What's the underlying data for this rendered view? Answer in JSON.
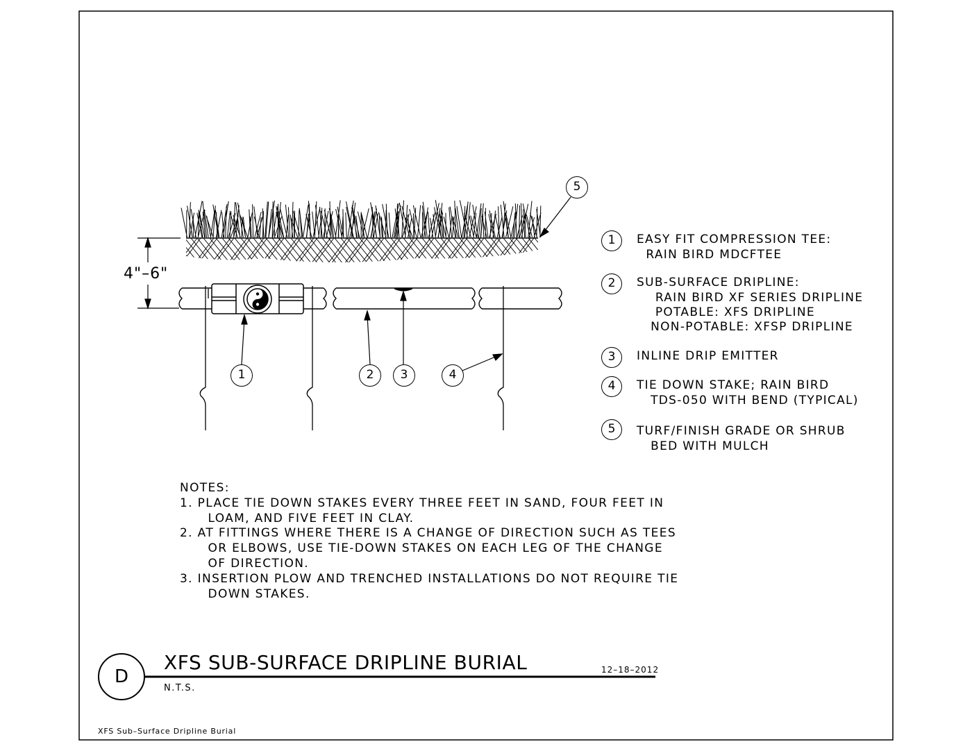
{
  "dimension_label": "4\"–6\"",
  "callouts": [
    {
      "number": "1"
    },
    {
      "number": "2"
    },
    {
      "number": "3"
    },
    {
      "number": "4"
    },
    {
      "number": "5"
    }
  ],
  "legend": [
    {
      "number": "1",
      "lines": [
        "EASY FIT COMPRESSION TEE:",
        "  RAIN BIRD MDCFTEE"
      ]
    },
    {
      "number": "2",
      "lines": [
        "SUB-SURFACE DRIPLINE:",
        "    RAIN BIRD XF SERIES DRIPLINE",
        "    POTABLE: XFS DRIPLINE",
        "   NON-POTABLE: XFSP DRIPLINE"
      ]
    },
    {
      "number": "3",
      "lines": [
        "INLINE DRIP EMITTER"
      ]
    },
    {
      "number": "4",
      "lines": [
        "TIE DOWN STAKE; RAIN BIRD",
        "   TDS-050 WITH BEND (TYPICAL)"
      ]
    },
    {
      "number": "5",
      "lines": [
        "TURF/FINISH GRADE OR SHRUB",
        "   BED WITH MULCH"
      ]
    }
  ],
  "notes": {
    "heading": "NOTES:",
    "items": [
      "1. PLACE TIE DOWN STAKES EVERY THREE FEET IN SAND, FOUR FEET IN\n      LOAM, AND FIVE FEET IN CLAY.",
      "2. AT FITTINGS WHERE THERE IS A CHANGE OF DIRECTION SUCH AS TEES\n      OR ELBOWS, USE TIE-DOWN STAKES ON EACH LEG OF THE CHANGE\n      OF DIRECTION.",
      "3. INSERTION PLOW AND TRENCHED INSTALLATIONS DO NOT REQUIRE TIE\n      DOWN STAKES."
    ]
  },
  "title_block": {
    "detail_letter": "D",
    "title": "XFS SUB-SURFACE DRIPLINE BURIAL",
    "date": "12–18–2012",
    "scale": "N.T.S."
  },
  "caption": "XFS Sub–Surface Dripline Burial"
}
